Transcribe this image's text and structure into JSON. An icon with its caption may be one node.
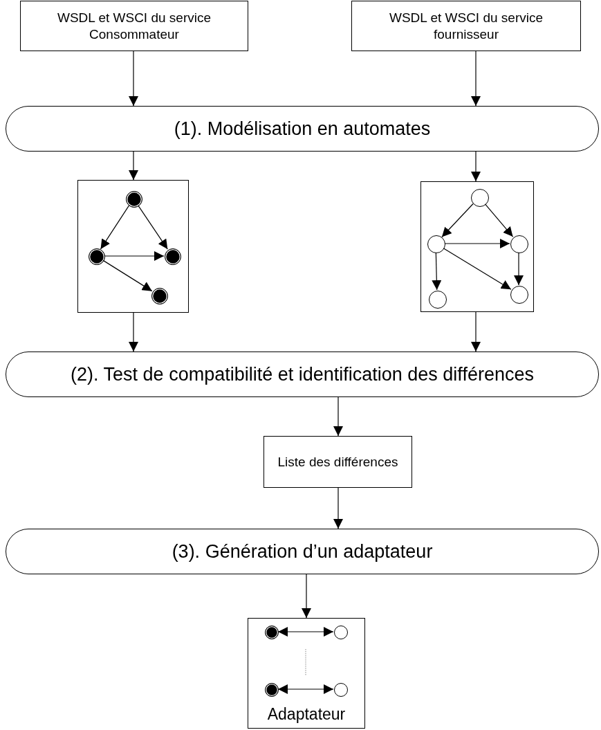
{
  "diagram": {
    "nodes": [
      {
        "text": [
          "WSDL et WSCI du service Consommateur"
        ]
      },
      {
        "text": [
          "WSDL et WSCI du service fournisseur"
        ]
      },
      {
        "text": [
          "(1). Modélisation en automates"
        ]
      },
      {
        "text": [],
        "shape": "box"
      },
      {
        "text": [],
        "shape": "disc",
        "in": 3
      },
      {
        "text": [],
        "shape": "disc",
        "in": 3
      },
      {
        "text": [],
        "shape": "disc",
        "in": 3
      },
      {
        "text": [],
        "shape": "disc",
        "in": 3
      },
      {
        "text": [],
        "shape": "box"
      },
      {
        "text": [],
        "shape": "circle",
        "in": 8
      },
      {
        "text": [],
        "shape": "circle",
        "in": 8
      },
      {
        "text": [],
        "shape": "circle",
        "in": 8
      },
      {
        "text": [],
        "shape": "circle",
        "in": 8
      },
      {
        "text": [],
        "shape": "circle",
        "in": 8
      },
      {
        "text": [
          "(2). Test de compatibilité et identification des différences"
        ]
      },
      {
        "text": [
          "Liste des différences"
        ]
      },
      {
        "text": [
          "(3). Génération d’un adaptateur"
        ]
      },
      {
        "text": [
          "Adaptateur"
        ]
      },
      {
        "text": [],
        "shape": "disc",
        "in": 17
      },
      {
        "text": [],
        "shape": "circle",
        "in": 17
      },
      {
        "text": [],
        "shape": "disc",
        "in": 17
      },
      {
        "text": [],
        "shape": "circle",
        "in": 17
      }
    ],
    "edges": [
      {
        "from": 0,
        "to": 2,
        "arrow": "to"
      },
      {
        "from": 1,
        "to": 2,
        "arrow": "to"
      },
      {
        "from": 2,
        "to": 3,
        "arrow": "to"
      },
      {
        "from": 2,
        "to": 8,
        "arrow": "to"
      },
      {
        "from": 3,
        "to": 14,
        "arrow": "to"
      },
      {
        "from": 8,
        "to": 14,
        "arrow": "to"
      },
      {
        "from": 4,
        "to": 5,
        "arrow": "to"
      },
      {
        "from": 4,
        "to": 6,
        "arrow": "to"
      },
      {
        "from": 5,
        "to": 6,
        "arrow": "to"
      },
      {
        "from": 5,
        "to": 7,
        "arrow": "to"
      },
      {
        "from": 9,
        "to": 10,
        "arrow": "to"
      },
      {
        "from": 9,
        "to": 11,
        "arrow": "to"
      },
      {
        "from": 10,
        "to": 11,
        "arrow": "to"
      },
      {
        "from": 10,
        "to": 12,
        "arrow": "to"
      },
      {
        "from": 10,
        "to": 13,
        "arrow": "to"
      },
      {
        "from": 11,
        "to": 13,
        "arrow": "to"
      },
      {
        "from": 14,
        "to": 15,
        "arrow": "to"
      },
      {
        "from": 15,
        "to": 16,
        "arrow": "to"
      },
      {
        "from": 16,
        "to": 17,
        "arrow": "to"
      },
      {
        "from": 18,
        "to": 19,
        "arrow": "both"
      },
      {
        "from": 20,
        "to": 21,
        "arrow": "both"
      }
    ]
  }
}
